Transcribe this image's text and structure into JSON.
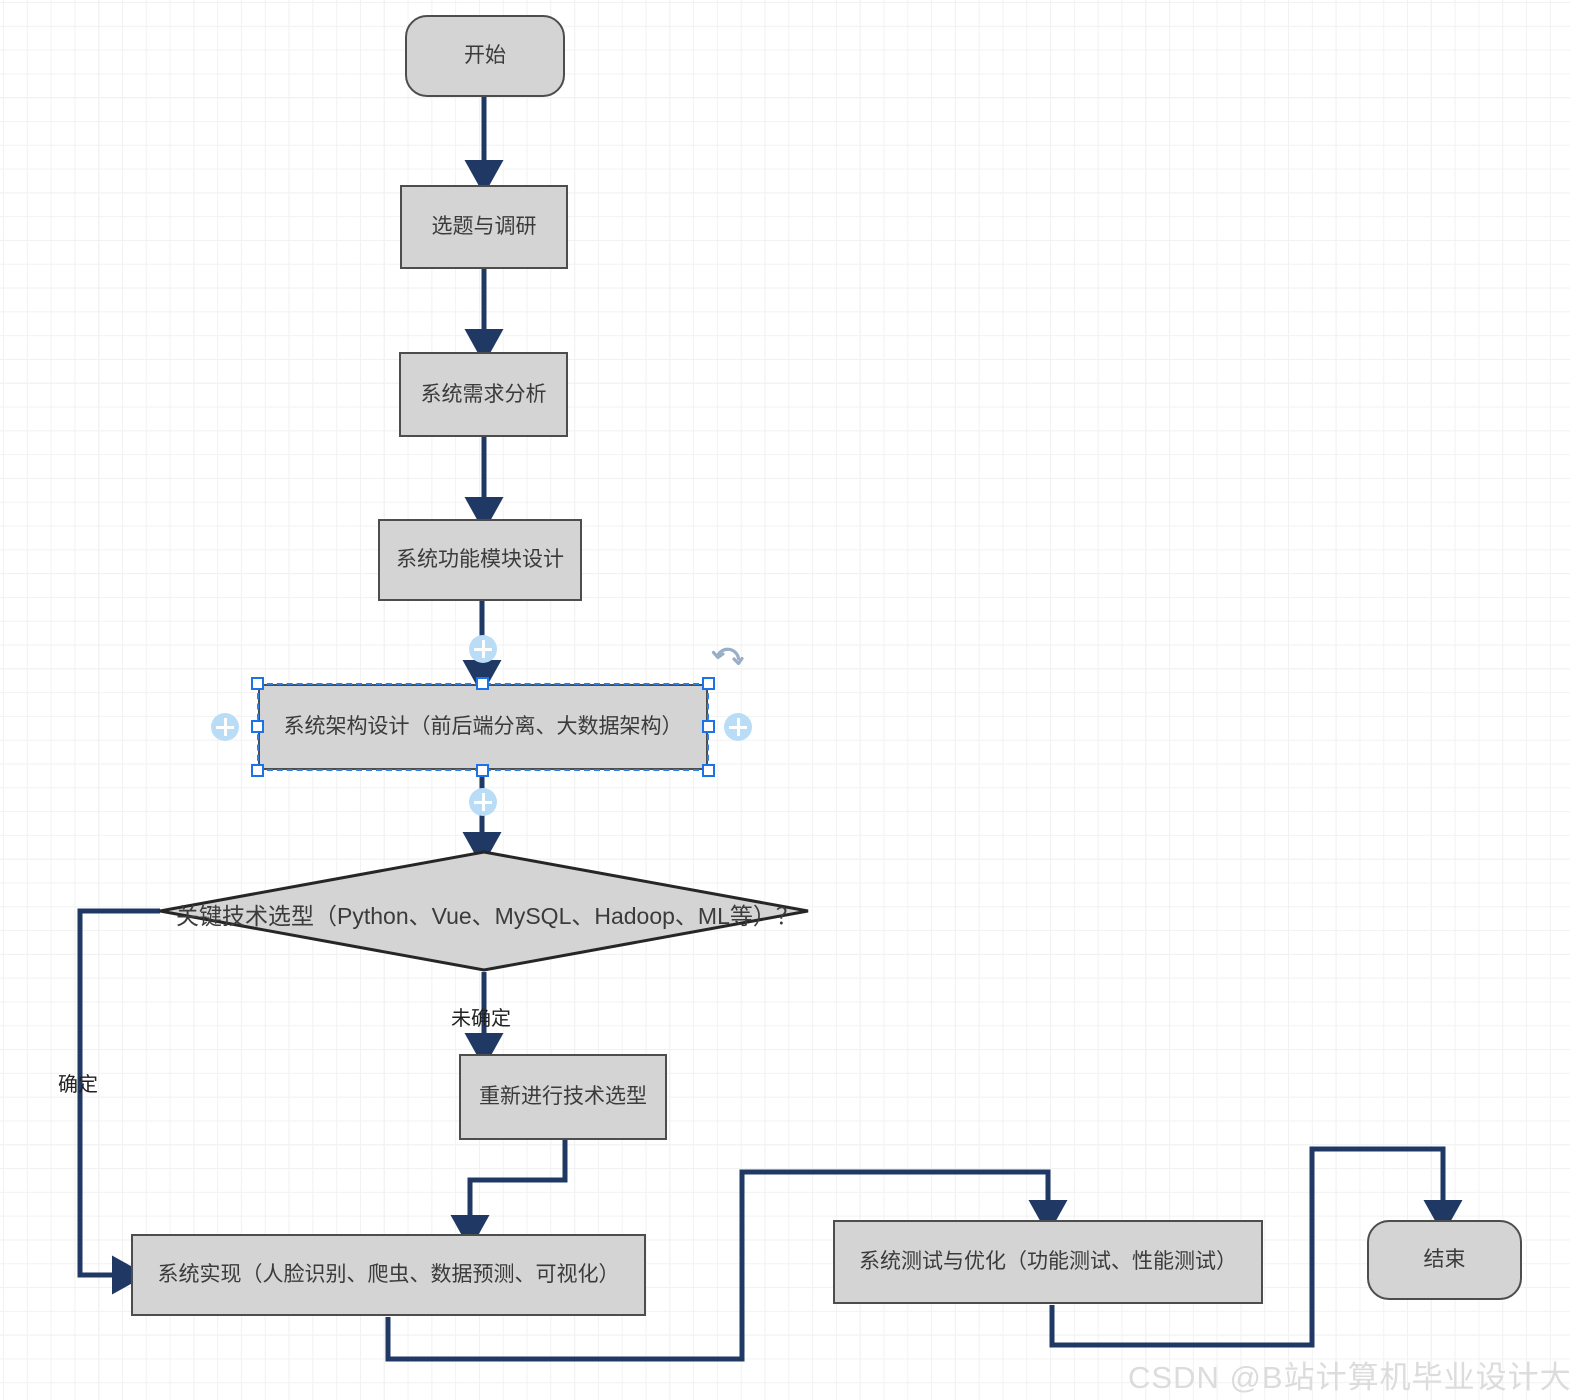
{
  "diagram": {
    "type": "flowchart",
    "title_watermark": "CSDN @B站计算机毕业设计大学",
    "nodes": [
      {
        "id": "start",
        "shape": "terminator",
        "label": "开始"
      },
      {
        "id": "topic",
        "shape": "process",
        "label": "选题与调研"
      },
      {
        "id": "require",
        "shape": "process",
        "label": "系统需求分析"
      },
      {
        "id": "module",
        "shape": "process",
        "label": "系统功能模块设计"
      },
      {
        "id": "arch",
        "shape": "process",
        "label": "系统架构设计（前后端分离、大数据架构）",
        "selected": true
      },
      {
        "id": "decide",
        "shape": "decision",
        "label": "关键技术选型（Python、Vue、MySQL、Hadoop、ML等）？"
      },
      {
        "id": "reselect",
        "shape": "process",
        "label": "重新进行技术选型"
      },
      {
        "id": "impl",
        "shape": "process",
        "label": "系统实现（人脸识别、爬虫、数据预测、可视化）"
      },
      {
        "id": "test",
        "shape": "process",
        "label": "系统测试与优化（功能测试、性能测试）"
      },
      {
        "id": "end",
        "shape": "terminator",
        "label": "结束"
      }
    ],
    "edge_labels": {
      "yes": "确定",
      "no": "未确定"
    },
    "colors": {
      "node_fill": "#d4d4d4",
      "node_stroke": "#4d4d4d",
      "connector": "#1f3864",
      "selection": "#1a73e8",
      "handle_plus": "#b9dcf7",
      "watermark": "#dcdcdc",
      "grid_minor": "#f2f2f2",
      "grid_major": "#ededed"
    },
    "selection": {
      "rotate_icon": "rotate-icon",
      "plus_icon": "plus-connect-icon",
      "handle_count": 8
    }
  }
}
